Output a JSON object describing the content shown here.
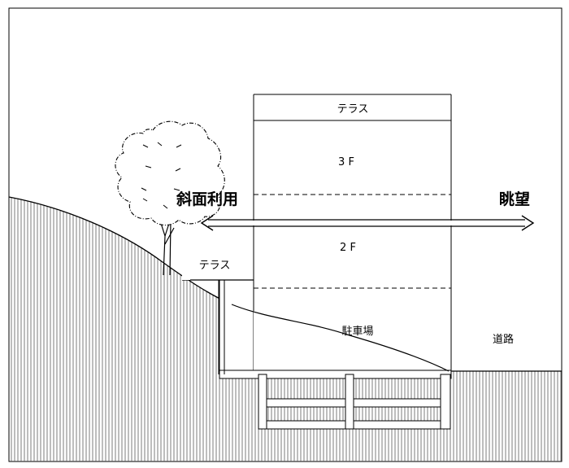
{
  "labels": {
    "terrace_top": "テラス",
    "floor_3": "3 F",
    "floor_2": "2 F",
    "terrace_side": "テラス",
    "parking": "駐車場",
    "road": "道路",
    "slope_use": "斜面利用",
    "view": "眺望"
  },
  "colors": {
    "line": "#000000",
    "hatch": "#555555",
    "background": "#ffffff"
  }
}
